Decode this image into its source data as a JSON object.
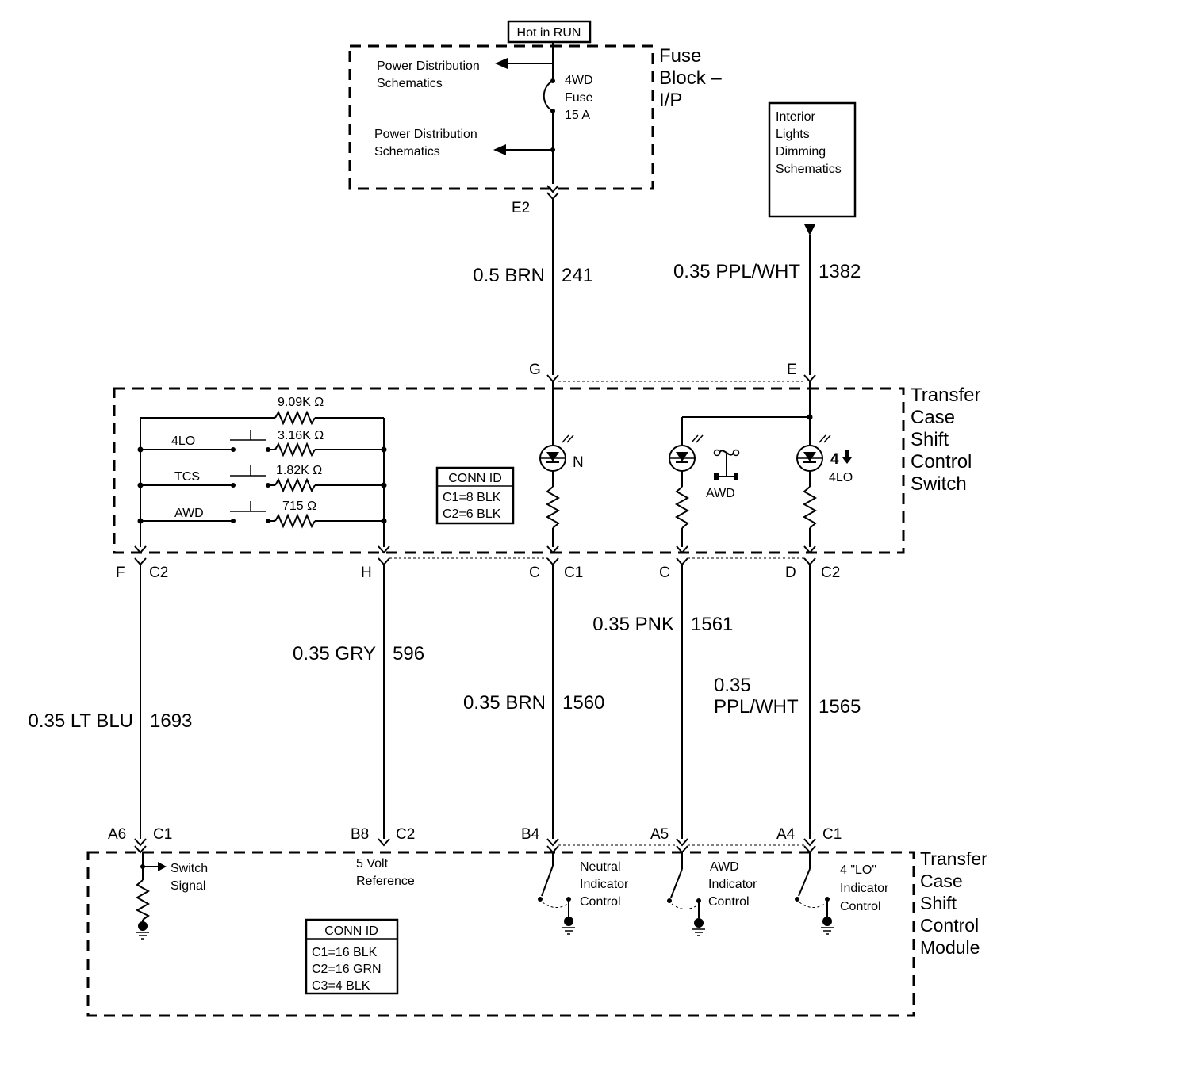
{
  "fuse_block": {
    "hot_label": "Hot in RUN",
    "module_name": [
      "Fuse",
      "Block –",
      "I/P"
    ],
    "power_dist_1": [
      "Power Distribution",
      "Schematics"
    ],
    "power_dist_2": [
      "Power Distribution",
      "Schematics"
    ],
    "fuse_label": [
      "4WD",
      "Fuse",
      "15 A"
    ],
    "terminal": "E2"
  },
  "interior_lights": {
    "label": [
      "Interior",
      "Lights",
      "Dimming",
      "Schematics"
    ]
  },
  "switch_module": {
    "name": [
      "Transfer",
      "Case",
      "Shift",
      "Control",
      "Switch"
    ],
    "resistors": [
      "9.09K Ω",
      "3.16K Ω",
      "1.82K Ω",
      "715 Ω"
    ],
    "switch_labels": [
      "4LO",
      "TCS",
      "AWD"
    ],
    "conn_id": {
      "title": "CONN ID",
      "rows": [
        "C1=8 BLK",
        "C2=6 BLK"
      ]
    },
    "indicators": {
      "n": "N",
      "awd": "AWD",
      "lo_top": "4",
      "lo_bottom": "4LO"
    },
    "top_terminals": {
      "g": "G",
      "e": "E"
    },
    "bottom_terminals": [
      {
        "pin": "F",
        "conn": "C2"
      },
      {
        "pin": "H",
        "conn": ""
      },
      {
        "pin": "C",
        "conn": "C1"
      },
      {
        "pin": "C",
        "conn": ""
      },
      {
        "pin": "D",
        "conn": "C2"
      }
    ]
  },
  "wires": {
    "w241": {
      "gauge": "0.5 BRN",
      "circuit": "241"
    },
    "w1382": {
      "gauge": "0.35 PPL/WHT",
      "circuit": "1382"
    },
    "w1693": {
      "gauge": "0.35 LT BLU",
      "circuit": "1693"
    },
    "w596": {
      "gauge": "0.35 GRY",
      "circuit": "596"
    },
    "w1560": {
      "gauge": "0.35 BRN",
      "circuit": "1560"
    },
    "w1561": {
      "gauge": "0.35 PNK",
      "circuit": "1561"
    },
    "w1565": {
      "gauge_line1": "0.35",
      "gauge_line2": "PPL/WHT",
      "circuit": "1565"
    }
  },
  "control_module": {
    "name": [
      "Transfer",
      "Case",
      "Shift",
      "Control",
      "Module"
    ],
    "terminals": [
      {
        "pin": "A6",
        "conn": "C1"
      },
      {
        "pin": "B8",
        "conn": "C2"
      },
      {
        "pin": "B4",
        "conn": ""
      },
      {
        "pin": "A5",
        "conn": ""
      },
      {
        "pin": "A4",
        "conn": "C1"
      }
    ],
    "switch_signal": [
      "Switch",
      "Signal"
    ],
    "five_volt": [
      "5 Volt",
      "Reference"
    ],
    "neutral": [
      "Neutral",
      "Indicator",
      "Control"
    ],
    "awd": [
      "AWD",
      "Indicator",
      "Control"
    ],
    "lo": [
      "4 \"LO\"",
      "Indicator",
      "Control"
    ],
    "conn_id": {
      "title": "CONN ID",
      "rows": [
        "C1=16 BLK",
        "C2=16 GRN",
        "C3=4 BLK"
      ]
    }
  }
}
